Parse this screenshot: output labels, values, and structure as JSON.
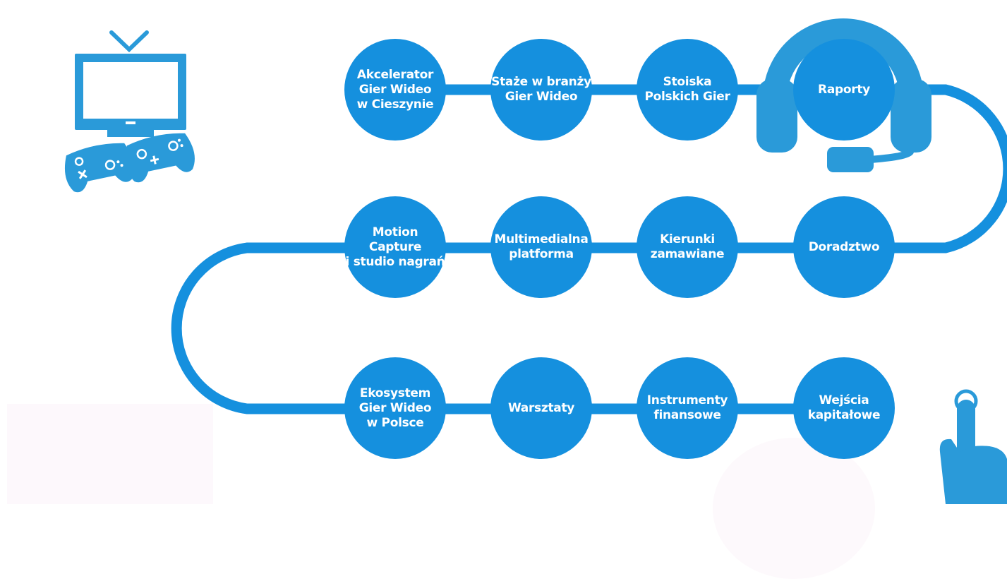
{
  "colors": {
    "primary": "#1590de",
    "icon": "#2a9ad9",
    "background": "#ffffff"
  },
  "icons": [
    "tv-gamepad-icon",
    "headset-icon",
    "pointing-hand-icon"
  ],
  "nodes": [
    {
      "label": "Akcelerator\nGier Wideo\nw Cieszynie"
    },
    {
      "label": "Staże w branży\nGier Wideo"
    },
    {
      "label": "Stoiska\nPolskich Gier"
    },
    {
      "label": "Raporty"
    },
    {
      "label": "Motion Capture\ni studio nagrań"
    },
    {
      "label": "Multimedialna\nplatforma"
    },
    {
      "label": "Kierunki\nzamawiane"
    },
    {
      "label": "Doradztwo"
    },
    {
      "label": "Ekosystem\nGier Wideo\nw Polsce"
    },
    {
      "label": "Warsztaty"
    },
    {
      "label": "Instrumenty\nfinansowe"
    },
    {
      "label": "Wejścia\nkapitałowe"
    }
  ]
}
